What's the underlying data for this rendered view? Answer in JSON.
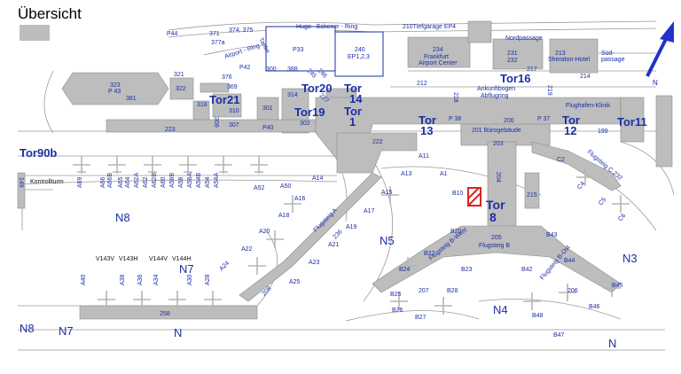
{
  "title": "Übersicht",
  "colors": {
    "building": "#bdbdbd",
    "road": "#9a9a9a",
    "label_blue": "#1a2fa6",
    "label_black": "#111111",
    "highlight": "#e02020",
    "compass": "#2233c8"
  },
  "gates": {
    "tor90b": "Tor90b",
    "tor21": "Tor21",
    "tor20": "Tor20",
    "tor19": "Tor19",
    "tor14a": "Tor",
    "tor14b": "14",
    "tor1a": "Tor",
    "tor1b": "1",
    "tor13a": "Tor",
    "tor13b": "13",
    "tor12a": "Tor",
    "tor12b": "12",
    "tor16": "Tor16",
    "tor11": "Tor11",
    "tor8a": "Tor",
    "tor8b": "8"
  },
  "streets": {
    "hugo": "Hugo - Eckener - Ring",
    "tiefgarage": "210Tiefgarage EP4",
    "nordpassage": "Nordpassage",
    "suedpassage1": "Süd-",
    "suedpassage2": "passage",
    "airport_ring": "Airport - Ring",
    "tanke": "Tanke",
    "flughafen_klinik": "Flughafen-Klinik",
    "ankunftbogen": "Ankunftbogen",
    "abflugring": "Abflugring",
    "buerogebaeude": "201 Bürogebäude",
    "kontrollturm": "Kontrollturm",
    "flugsteig_a": "Flugsteig A",
    "flugsteig_b_west": "Flugsteig B-West",
    "flugsteig_b": "Flugsteig B",
    "flugsteig_b_ost": "Flugsteig B-Ost",
    "flugsteig_c": "Flugsteig C 232"
  },
  "buildings": {
    "b371": "371",
    "b377a": "377a",
    "b374": "374, 375",
    "p44": "P44",
    "p33": "P33",
    "b240a": "240",
    "b240b": "EP1,2,3",
    "b234a": "234",
    "b234b": "Frankfurt",
    "b234c": "Airport Center",
    "b231a": "231",
    "b231b": "232",
    "b213a": "213",
    "b213b": "Sheraton-Hotel",
    "b217": "217",
    "b214": "214",
    "b212": "212",
    "b218": "218",
    "b219": "219",
    "b323": "323",
    "b323p": "P 43",
    "b381": "381",
    "b321": "321",
    "b322": "322",
    "p42": "P42",
    "b300": "300",
    "b388": "388",
    "b376": "376",
    "b369": "369",
    "b318": "318",
    "b310": "310",
    "b309": "309",
    "b307": "307",
    "b301": "301",
    "p40": "P40",
    "b314": "314",
    "b302": "302",
    "b245": "245",
    "b246": "246",
    "b227": "227",
    "b223": "223",
    "b222": "222",
    "p38": "P 38",
    "b200": "200",
    "p37": "P 37",
    "b199": "199",
    "b203": "203",
    "b204": "204",
    "b205": "205",
    "b215": "215",
    "b206": "206",
    "b207": "207",
    "b208": "208",
    "b258": "258",
    "b236": "236",
    "b149": "149"
  },
  "stands": {
    "a69": "A69",
    "a66": "A66",
    "a66b": "A66B",
    "a65": "A65",
    "a64": "A64",
    "a62a": "A62A",
    "a62": "A62",
    "a62b": "A62B",
    "a60": "A60",
    "a58b": "A58B",
    "a58": "A58",
    "a58a": "A58A",
    "a54b": "A54B",
    "a54": "A54",
    "a54a": "A54A",
    "a52": "A52",
    "a50": "A50",
    "a14": "A14",
    "a16": "A16",
    "a18": "A18",
    "a20": "A20",
    "a22": "A22",
    "a24": "A24",
    "a25": "A25",
    "a23": "A23",
    "a21": "A21",
    "a19": "A19",
    "a17": "A17",
    "a15": "A15",
    "a13": "A13",
    "a11": "A11",
    "a1": "A1",
    "a40": "A40",
    "a38": "A38",
    "a36": "A36",
    "a34": "A34",
    "a30": "A30",
    "a28": "A28",
    "v143v": "V143V",
    "v143h": "V143H",
    "v144v": "V144V",
    "v144h": "V144H",
    "b10": "B10",
    "b20": "B20",
    "b22": "B22",
    "b24": "B24",
    "b23": "B23",
    "b25": "B25",
    "b26": "B26",
    "b27": "B27",
    "b28": "B28",
    "b42": "B42",
    "b43": "B43",
    "b44": "B44",
    "b45": "B45",
    "b46": "B46",
    "b47": "B47",
    "b48": "B48",
    "c2": "C2",
    "c4": "C4",
    "c5": "C5",
    "c6": "C6"
  },
  "zones": {
    "n8a": "N8",
    "n7a": "N7",
    "n5": "N5",
    "n4": "N4",
    "n3": "N3",
    "n8b": "N8",
    "n7b": "N7",
    "n_mid": "N",
    "n_right": "N"
  },
  "compass_label": "N"
}
